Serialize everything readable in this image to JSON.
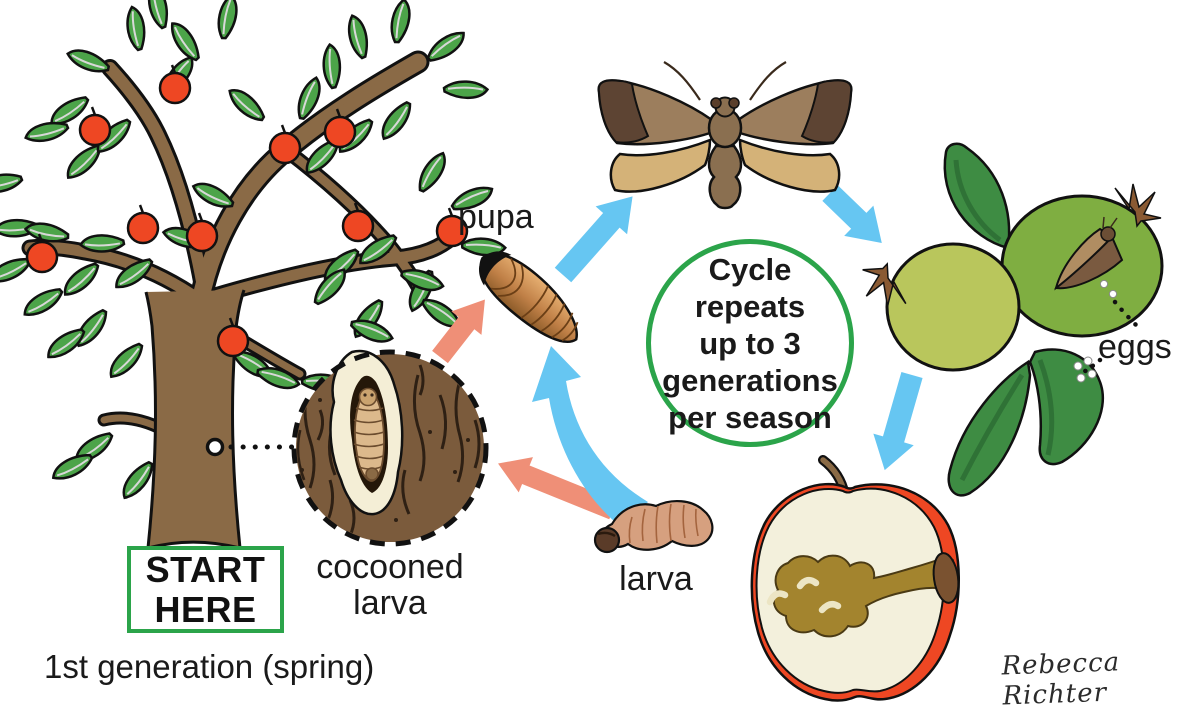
{
  "diagram": {
    "start_box": {
      "line1": "START",
      "line2": "HERE"
    },
    "caption": "1st generation (spring)",
    "labels": {
      "pupa": "pupa",
      "cocooned_line1": "cocooned",
      "cocooned_line2": "larva",
      "larva": "larva",
      "eggs": "eggs"
    },
    "center_circle": {
      "line1": "Cycle",
      "line2": "repeats",
      "line3": "up to 3",
      "line4": "generations",
      "line5": "per season"
    },
    "signature": "Rebecca Richter",
    "colors": {
      "cycle_arrow_blue": "#66c6f2",
      "overwinter_arrow_salmon": "#ef8f77",
      "accent_green": "#2ba44a",
      "apple_red": "#ee4723",
      "leaf_green": "#4ca449"
    }
  }
}
